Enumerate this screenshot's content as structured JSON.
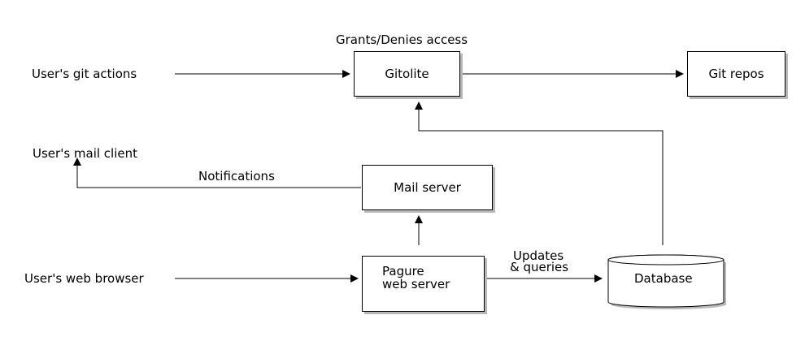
{
  "nodes": {
    "gitolite": "Gitolite",
    "git_repos": "Git repos",
    "mail_server": "Mail server",
    "pagure_line1": "Pagure",
    "pagure_line2": "web server",
    "database": "Database"
  },
  "actors": {
    "git_actions": "User's git actions",
    "mail_client": "User's mail client",
    "web_browser": "User's web browser"
  },
  "edge_labels": {
    "grants": "Grants/Denies access",
    "notifications": "Notifications",
    "updates_line1": "Updates",
    "updates_line2": "& queries"
  }
}
